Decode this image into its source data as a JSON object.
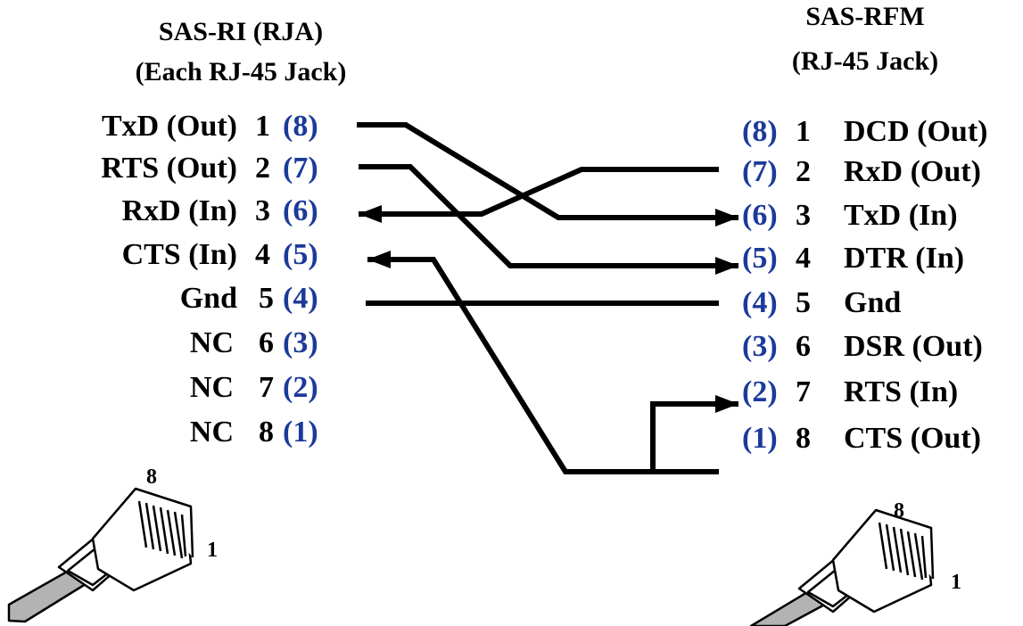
{
  "left_connector": {
    "title_line1": "SAS-RI (RJA)",
    "title_line2": "(Each RJ-45 Jack)",
    "pins": [
      {
        "label": "TxD (Out)",
        "pin": "1",
        "alt": "(8)"
      },
      {
        "label": "RTS (Out)",
        "pin": "2",
        "alt": "(7)"
      },
      {
        "label": "RxD (In)",
        "pin": "3",
        "alt": "(6)"
      },
      {
        "label": "CTS (In)",
        "pin": "4",
        "alt": "(5)"
      },
      {
        "label": "Gnd",
        "pin": "5",
        "alt": "(4)"
      },
      {
        "label": "NC",
        "pin": "6",
        "alt": "(3)"
      },
      {
        "label": "NC",
        "pin": "7",
        "alt": "(2)"
      },
      {
        "label": "NC",
        "pin": "8",
        "alt": "(1)"
      }
    ],
    "plug": {
      "pin_high": "8",
      "pin_low": "1"
    }
  },
  "right_connector": {
    "title_line1": "SAS-RFM",
    "title_line2": "(RJ-45 Jack)",
    "pins": [
      {
        "alt": "(8)",
        "pin": "1",
        "label": "DCD (Out)"
      },
      {
        "alt": "(7)",
        "pin": "2",
        "label": "RxD (Out)"
      },
      {
        "alt": "(6)",
        "pin": "3",
        "label": "TxD (In)"
      },
      {
        "alt": "(5)",
        "pin": "4",
        "label": "DTR (In)"
      },
      {
        "alt": "(4)",
        "pin": "5",
        "label": "Gnd"
      },
      {
        "alt": "(3)",
        "pin": "6",
        "label": "DSR (Out)"
      },
      {
        "alt": "(2)",
        "pin": "7",
        "label": "RTS (In)"
      },
      {
        "alt": "(1)",
        "pin": "8",
        "label": "CTS (Out)"
      }
    ],
    "plug": {
      "pin_high": "8",
      "pin_low": "1"
    }
  },
  "colors": {
    "text": "#000000",
    "alt_pin": "#1c3a9a",
    "wire": "#000000",
    "cable": "#b3b3b3"
  }
}
